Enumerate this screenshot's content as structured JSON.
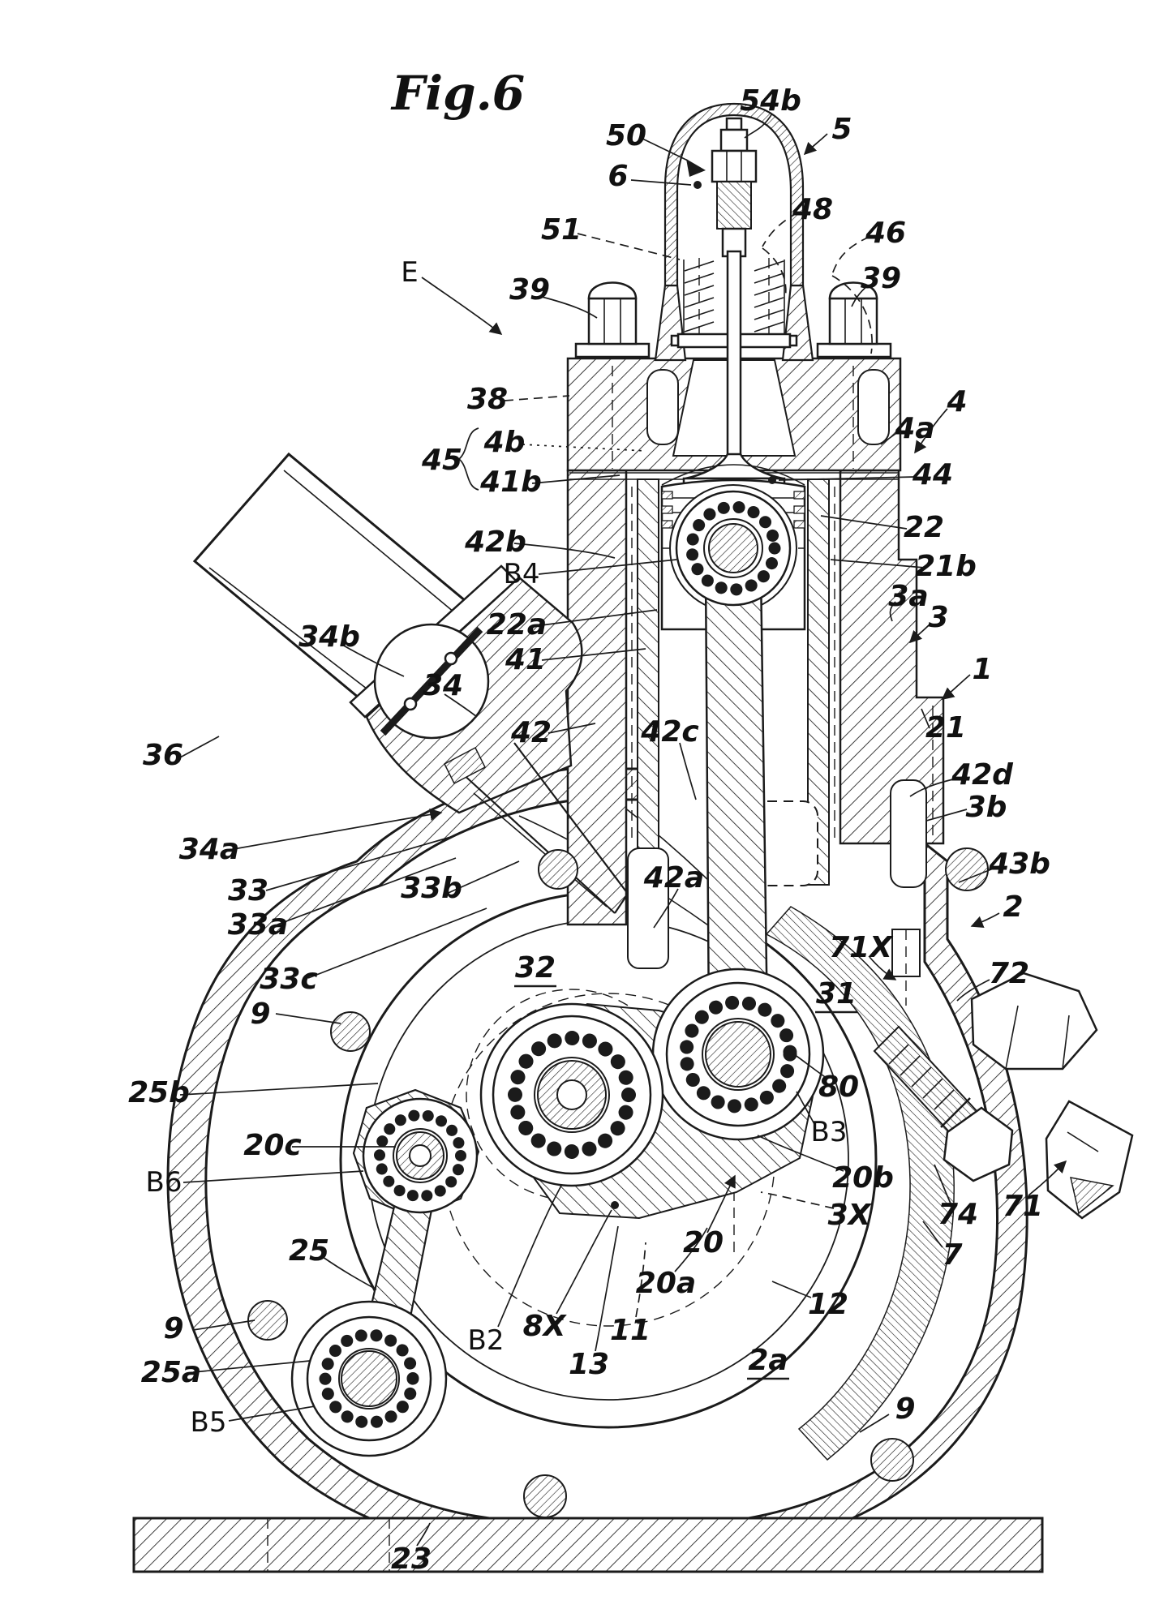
{
  "figure": {
    "title": "Fig.6"
  },
  "colors": {
    "ink": "#1b1b1b",
    "paper": "#ffffff"
  },
  "labels": [
    {
      "id": "54b",
      "text": "54b"
    },
    {
      "id": "5",
      "text": "5"
    },
    {
      "id": "50",
      "text": "50"
    },
    {
      "id": "6",
      "text": "6"
    },
    {
      "id": "51",
      "text": "51"
    },
    {
      "id": "48",
      "text": "48"
    },
    {
      "id": "46",
      "text": "46"
    },
    {
      "id": "39-left",
      "text": "39"
    },
    {
      "id": "39-right",
      "text": "39"
    },
    {
      "id": "E",
      "text": "E"
    },
    {
      "id": "38",
      "text": "38"
    },
    {
      "id": "45",
      "text": "45"
    },
    {
      "id": "4b",
      "text": "4b"
    },
    {
      "id": "41b",
      "text": "41b"
    },
    {
      "id": "4",
      "text": "4"
    },
    {
      "id": "4a",
      "text": "4a"
    },
    {
      "id": "44",
      "text": "44"
    },
    {
      "id": "22",
      "text": "22"
    },
    {
      "id": "21b",
      "text": "21b"
    },
    {
      "id": "3a",
      "text": "3a"
    },
    {
      "id": "3",
      "text": "3"
    },
    {
      "id": "1",
      "text": "1"
    },
    {
      "id": "21",
      "text": "21"
    },
    {
      "id": "42b",
      "text": "42b"
    },
    {
      "id": "B4",
      "text": "B4"
    },
    {
      "id": "22a",
      "text": "22a"
    },
    {
      "id": "41",
      "text": "41"
    },
    {
      "id": "42",
      "text": "42"
    },
    {
      "id": "34b",
      "text": "34b"
    },
    {
      "id": "34",
      "text": "34"
    },
    {
      "id": "36",
      "text": "36"
    },
    {
      "id": "34a",
      "text": "34a"
    },
    {
      "id": "33",
      "text": "33"
    },
    {
      "id": "33a",
      "text": "33a"
    },
    {
      "id": "33b",
      "text": "33b"
    },
    {
      "id": "33c",
      "text": "33c"
    },
    {
      "id": "9-left",
      "text": "9"
    },
    {
      "id": "32",
      "text": "32"
    },
    {
      "id": "42c",
      "text": "42c"
    },
    {
      "id": "42a",
      "text": "42a"
    },
    {
      "id": "42d",
      "text": "42d"
    },
    {
      "id": "3b",
      "text": "3b"
    },
    {
      "id": "43b",
      "text": "43b"
    },
    {
      "id": "2",
      "text": "2"
    },
    {
      "id": "71X",
      "text": "71X"
    },
    {
      "id": "72",
      "text": "72"
    },
    {
      "id": "31",
      "text": "31"
    },
    {
      "id": "80",
      "text": "80"
    },
    {
      "id": "B3",
      "text": "B3"
    },
    {
      "id": "20b",
      "text": "20b"
    },
    {
      "id": "3X",
      "text": "3X"
    },
    {
      "id": "74",
      "text": "74"
    },
    {
      "id": "71",
      "text": "71"
    },
    {
      "id": "7",
      "text": "7"
    },
    {
      "id": "20",
      "text": "20"
    },
    {
      "id": "20a",
      "text": "20a"
    },
    {
      "id": "12",
      "text": "12"
    },
    {
      "id": "11",
      "text": "11"
    },
    {
      "id": "8X",
      "text": "8X"
    },
    {
      "id": "B2",
      "text": "B2"
    },
    {
      "id": "13",
      "text": "13"
    },
    {
      "id": "2a",
      "text": "2a"
    },
    {
      "id": "9-bottom-left",
      "text": "9"
    },
    {
      "id": "25a",
      "text": "25a"
    },
    {
      "id": "B5",
      "text": "B5"
    },
    {
      "id": "25b",
      "text": "25b"
    },
    {
      "id": "20c",
      "text": "20c"
    },
    {
      "id": "B6",
      "text": "B6"
    },
    {
      "id": "25",
      "text": "25"
    },
    {
      "id": "9-bottom-right",
      "text": "9"
    },
    {
      "id": "23",
      "text": "23"
    }
  ]
}
